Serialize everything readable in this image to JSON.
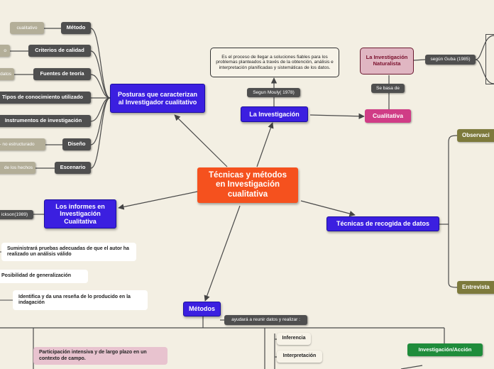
{
  "central": "Técnicas y métodos en Investigación cualitativa",
  "posturas": "Posturas que caracterizan al Investigador cualitativo",
  "investigacion": "La Investigación",
  "informes": "Los informes en Investigación Cualitativa",
  "tecnicas": "Técnicas de recogida de datos",
  "metodos": "Métodos",
  "posturas_items": [
    {
      "label": "Método",
      "detail": "cualitativo"
    },
    {
      "label": "Criterios de calidad",
      "detail": "o"
    },
    {
      "label": "Fuentes de teoría",
      "detail": "datos"
    },
    {
      "label": "Tipos de conocimiento utilizado",
      "detail": ""
    },
    {
      "label": "Instrumentos de investigación",
      "detail": ""
    },
    {
      "label": "Diseño",
      "detail": "- no estructurado"
    },
    {
      "label": "Escenario",
      "detail": "de los hechos"
    }
  ],
  "definicion": "Es el proceso de llegar a soluciones fiables para los problemas planteados a través de la obtención, análisis e interpretación planificadas y sistemáticas de los datos.",
  "segun_mouly": "Segun Mouly( 1978)",
  "naturalista": "La Investigación Naturalista",
  "segun_guba": "según Guba (1985)",
  "se_basa": "Se basa de",
  "cualitativa": "Cualitativa",
  "observacion": "Observaci",
  "entrevista": "Entrevista",
  "erickson": "ickson(1989)",
  "informe_items": [
    "Suministrará pruebas adecuadas de que el autor ha realizado un análisis válido",
    "Posibilidad de generalización",
    "Identifica y da una reseña de lo producido en la indagación"
  ],
  "ayudara": "ayudará a reunir datos y realizar :",
  "inferencia": "Inferencia",
  "interpretacion": "Interpretación",
  "participacion": "Participación intensiva y de largo plazo en un contexto de campo.",
  "inv_accion": "Investigación/Acción"
}
